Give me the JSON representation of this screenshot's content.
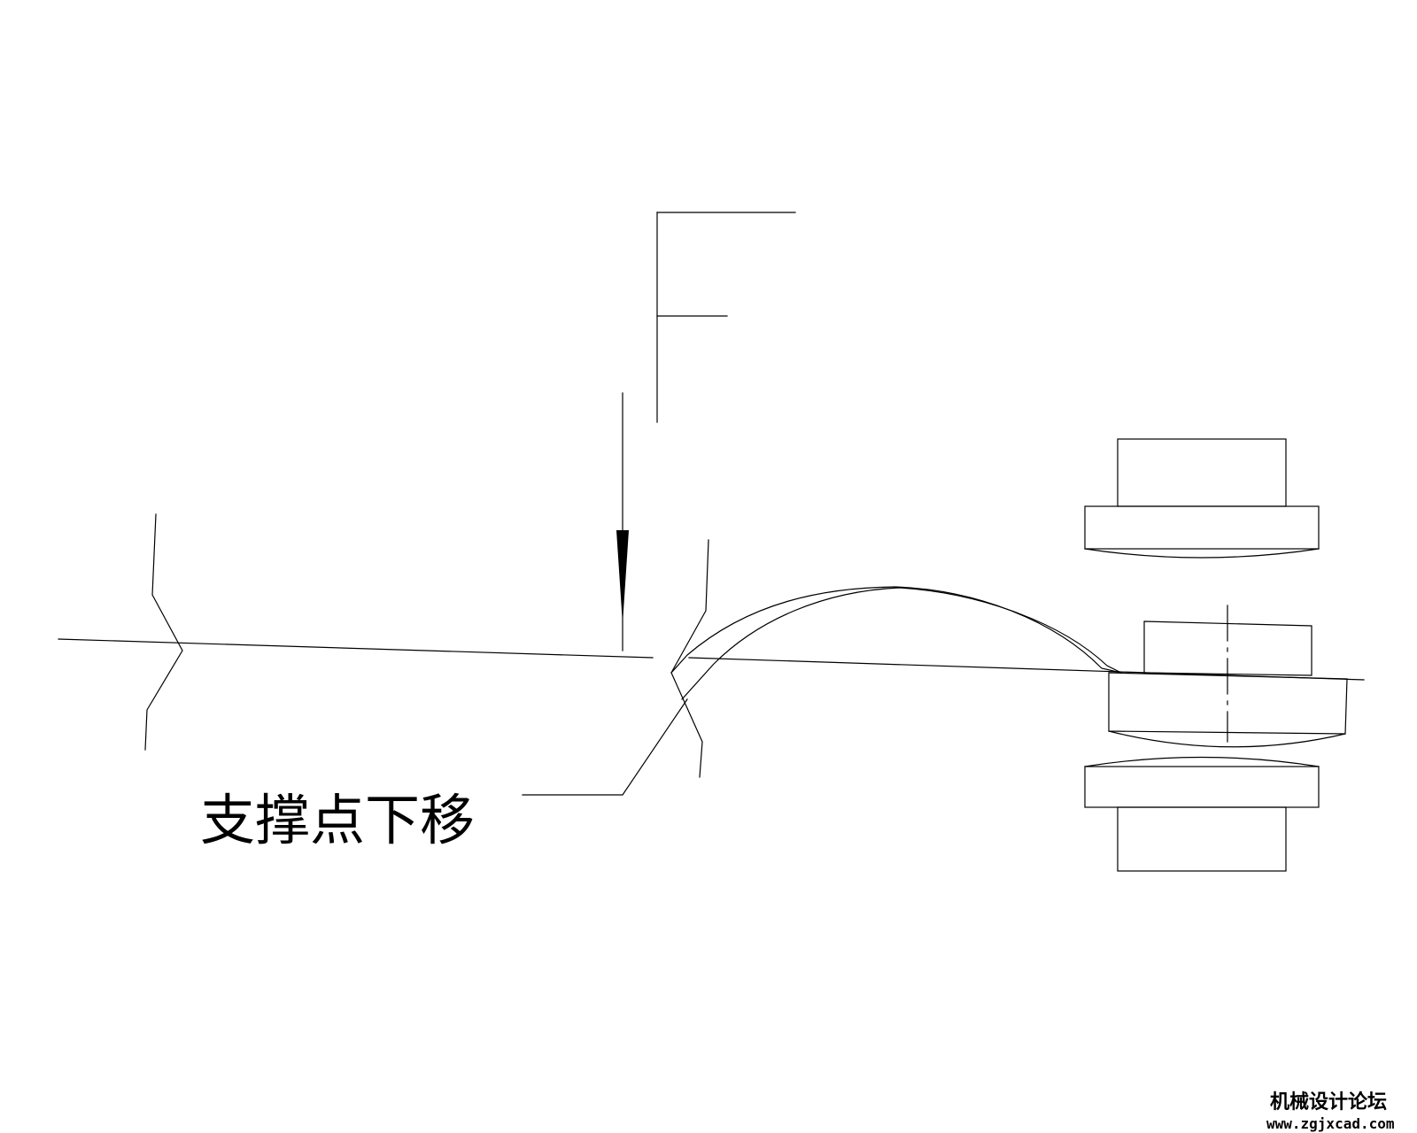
{
  "diagram": {
    "label_support_point": "支撑点下移",
    "label_force": "F"
  },
  "watermark": {
    "site_name": "机械设计论坛",
    "url": "www.zgjxcad.com"
  },
  "colors": {
    "line": "#000000",
    "background": "#ffffff"
  }
}
